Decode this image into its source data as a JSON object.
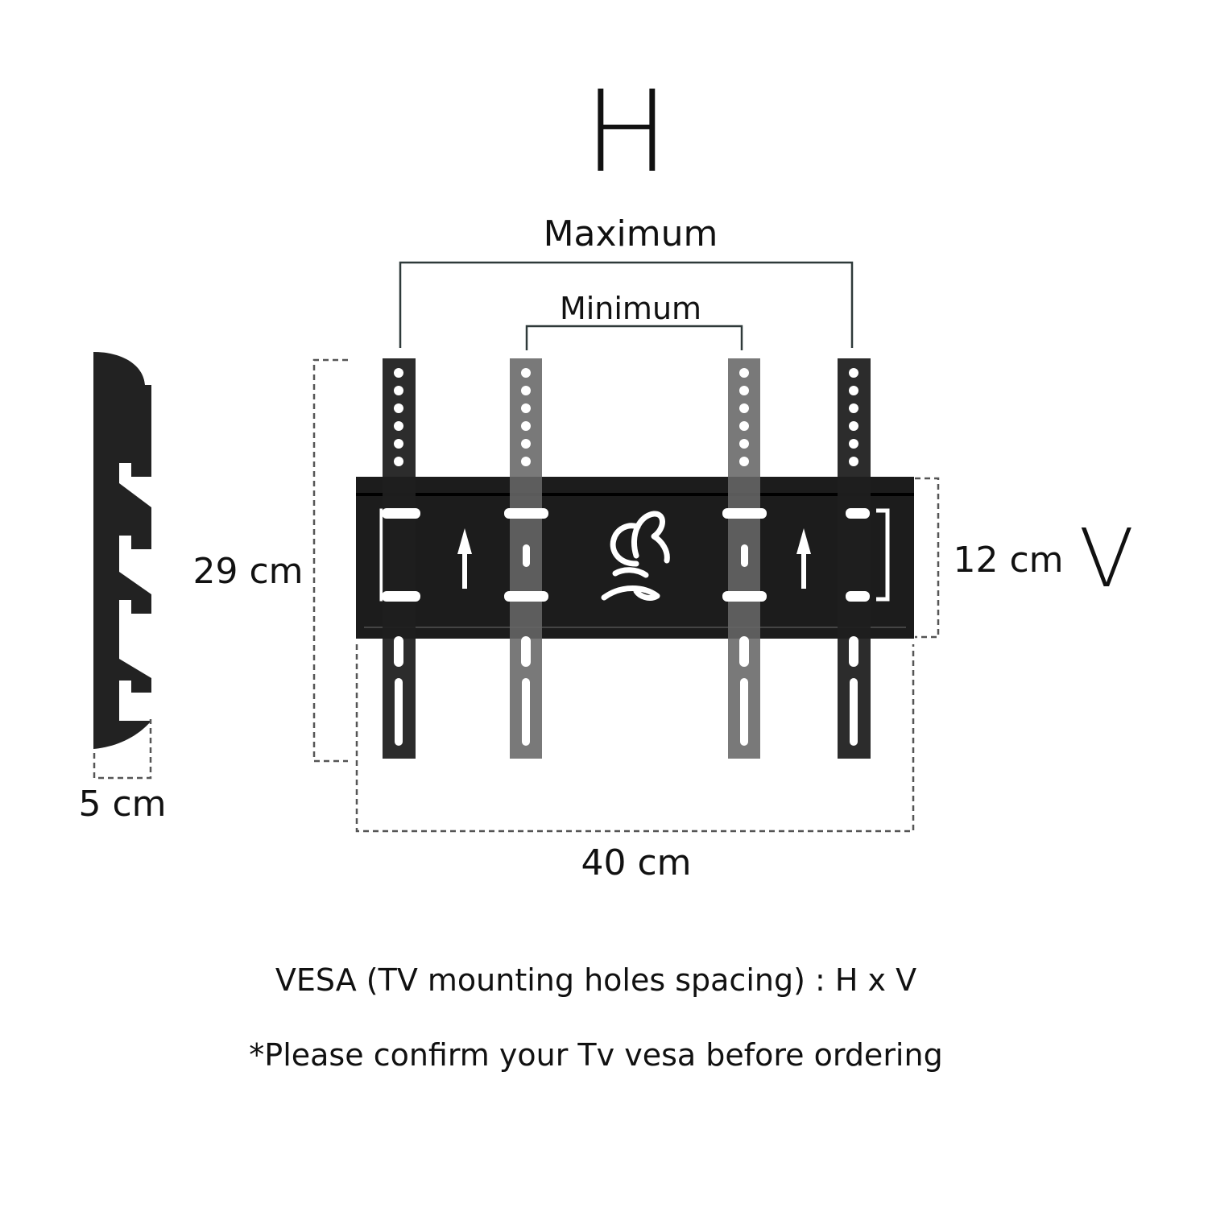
{
  "labels": {
    "horizontal_letter": "H",
    "vertical_letter": "V",
    "maximum": "Maximum",
    "minimum": "Minimum",
    "height": "29 cm",
    "bracket_height": "12 cm",
    "depth": "5 cm",
    "width": "40 cm"
  },
  "notes": {
    "vesa": "VESA (TV mounting holes spacing) : H x V",
    "confirm": "*Please confirm your Tv vesa before ordering"
  },
  "colors": {
    "plate": "#1c1c1c",
    "outer_arm": "#1f1f1f",
    "inner_arm": "#666666",
    "side_profile": "#222222",
    "hole": "#ffffff"
  },
  "icons": {
    "arrow": "up-arrow-icon",
    "logo": "brand-logo-icon"
  }
}
